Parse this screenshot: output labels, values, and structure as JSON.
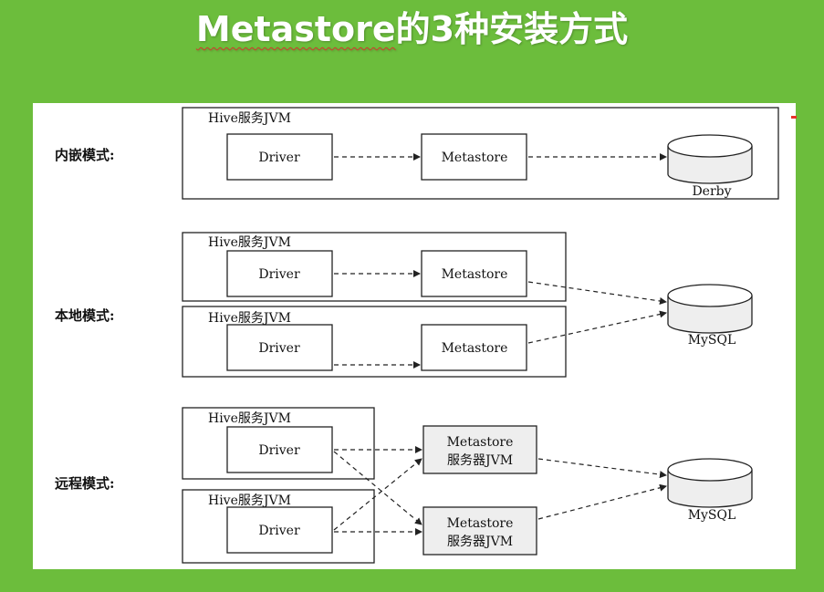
{
  "title_en": "Metastore",
  "title_cn": "的3种安装方式",
  "colors": {
    "background": "#6cbd3c",
    "canvas": "#ffffff",
    "line": "#222222"
  },
  "modes": {
    "embedded": {
      "label": "内嵌模式:",
      "jvm_label": "Hive服务JVM",
      "driver": "Driver",
      "metastore": "Metastore",
      "database": "Derby"
    },
    "local": {
      "label": "本地模式:",
      "jvm1_label": "Hive服务JVM",
      "jvm2_label": "Hive服务JVM",
      "driver1": "Driver",
      "driver2": "Driver",
      "metastore1": "Metastore",
      "metastore2": "Metastore",
      "database": "MySQL"
    },
    "remote": {
      "label": "远程模式:",
      "jvm1_label": "Hive服务JVM",
      "jvm2_label": "Hive服务JVM",
      "driver1": "Driver",
      "driver2": "Driver",
      "server1_line1": "Metastore",
      "server1_line2": "服务器JVM",
      "server2_line1": "Metastore",
      "server2_line2": "服务器JVM",
      "database": "MySQL"
    }
  }
}
